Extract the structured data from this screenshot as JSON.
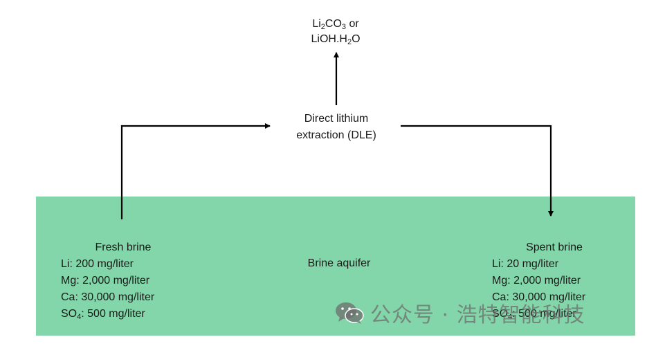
{
  "product": {
    "line1_prefix": "Li",
    "line1_sub": "2",
    "line1_mid": "CO",
    "line1_sub2": "3",
    "line1_suffix": " or",
    "line2_prefix": "LiOH.H",
    "line2_sub": "2",
    "line2_suffix": "O"
  },
  "dle": {
    "line1": "Direct lithium",
    "line2": "extraction (DLE)"
  },
  "aquifer": {
    "label": "Brine aquifer",
    "color": "#82d6a9"
  },
  "fresh_brine": {
    "title": "Fresh brine",
    "li": "Li: 200 mg/liter",
    "mg": "Mg: 2,000 mg/liter",
    "ca": "Ca: 30,000 mg/liter",
    "so4_prefix": "SO",
    "so4_sub": "4",
    "so4_suffix": ": 500 mg/liter"
  },
  "spent_brine": {
    "title": "Spent brine",
    "li": "Li: 20 mg/liter",
    "mg": "Mg: 2,000 mg/liter",
    "ca": "Ca: 30,000 mg/liter",
    "so4_prefix": "SO",
    "so4_sub": "4",
    "so4_suffix": ": 500 mg/liter"
  },
  "watermark": {
    "text": "公众号 · 浩特智能科技",
    "icon": "wechat-logo"
  }
}
